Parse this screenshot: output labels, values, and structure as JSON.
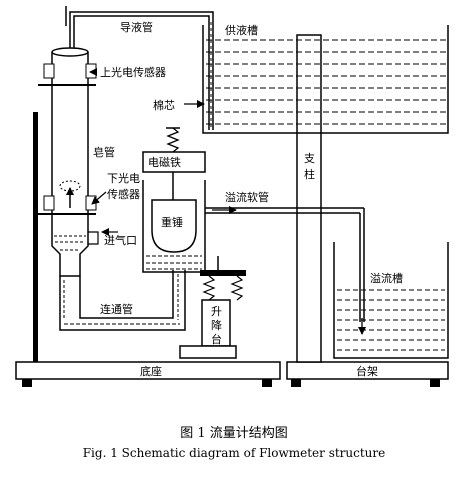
{
  "labels": {
    "delivery_tube": "导液管",
    "supply_tank": "供液槽",
    "upper_sensor": "上光电传感器",
    "cotton_core": "棉芯",
    "soap_tube": "皂管",
    "lower_sensor_line1": "下光电",
    "lower_sensor_line2": "传感器",
    "air_inlet": "进气口",
    "electromagnet": "电磁铁",
    "weight": "重锤",
    "overflow_hose": "溢流软管",
    "support_post_line1": "支",
    "support_post_line2": "柱",
    "overflow_tank": "溢流槽",
    "connecting_tube": "连通管",
    "lift_line1": "升",
    "lift_line2": "降",
    "lift_line3": "台",
    "base": "底座",
    "stand": "台架"
  },
  "caption": {
    "cn": "图 1    流量计结构图",
    "en": "Fig. 1    Schematic diagram of Flowmeter structure"
  }
}
